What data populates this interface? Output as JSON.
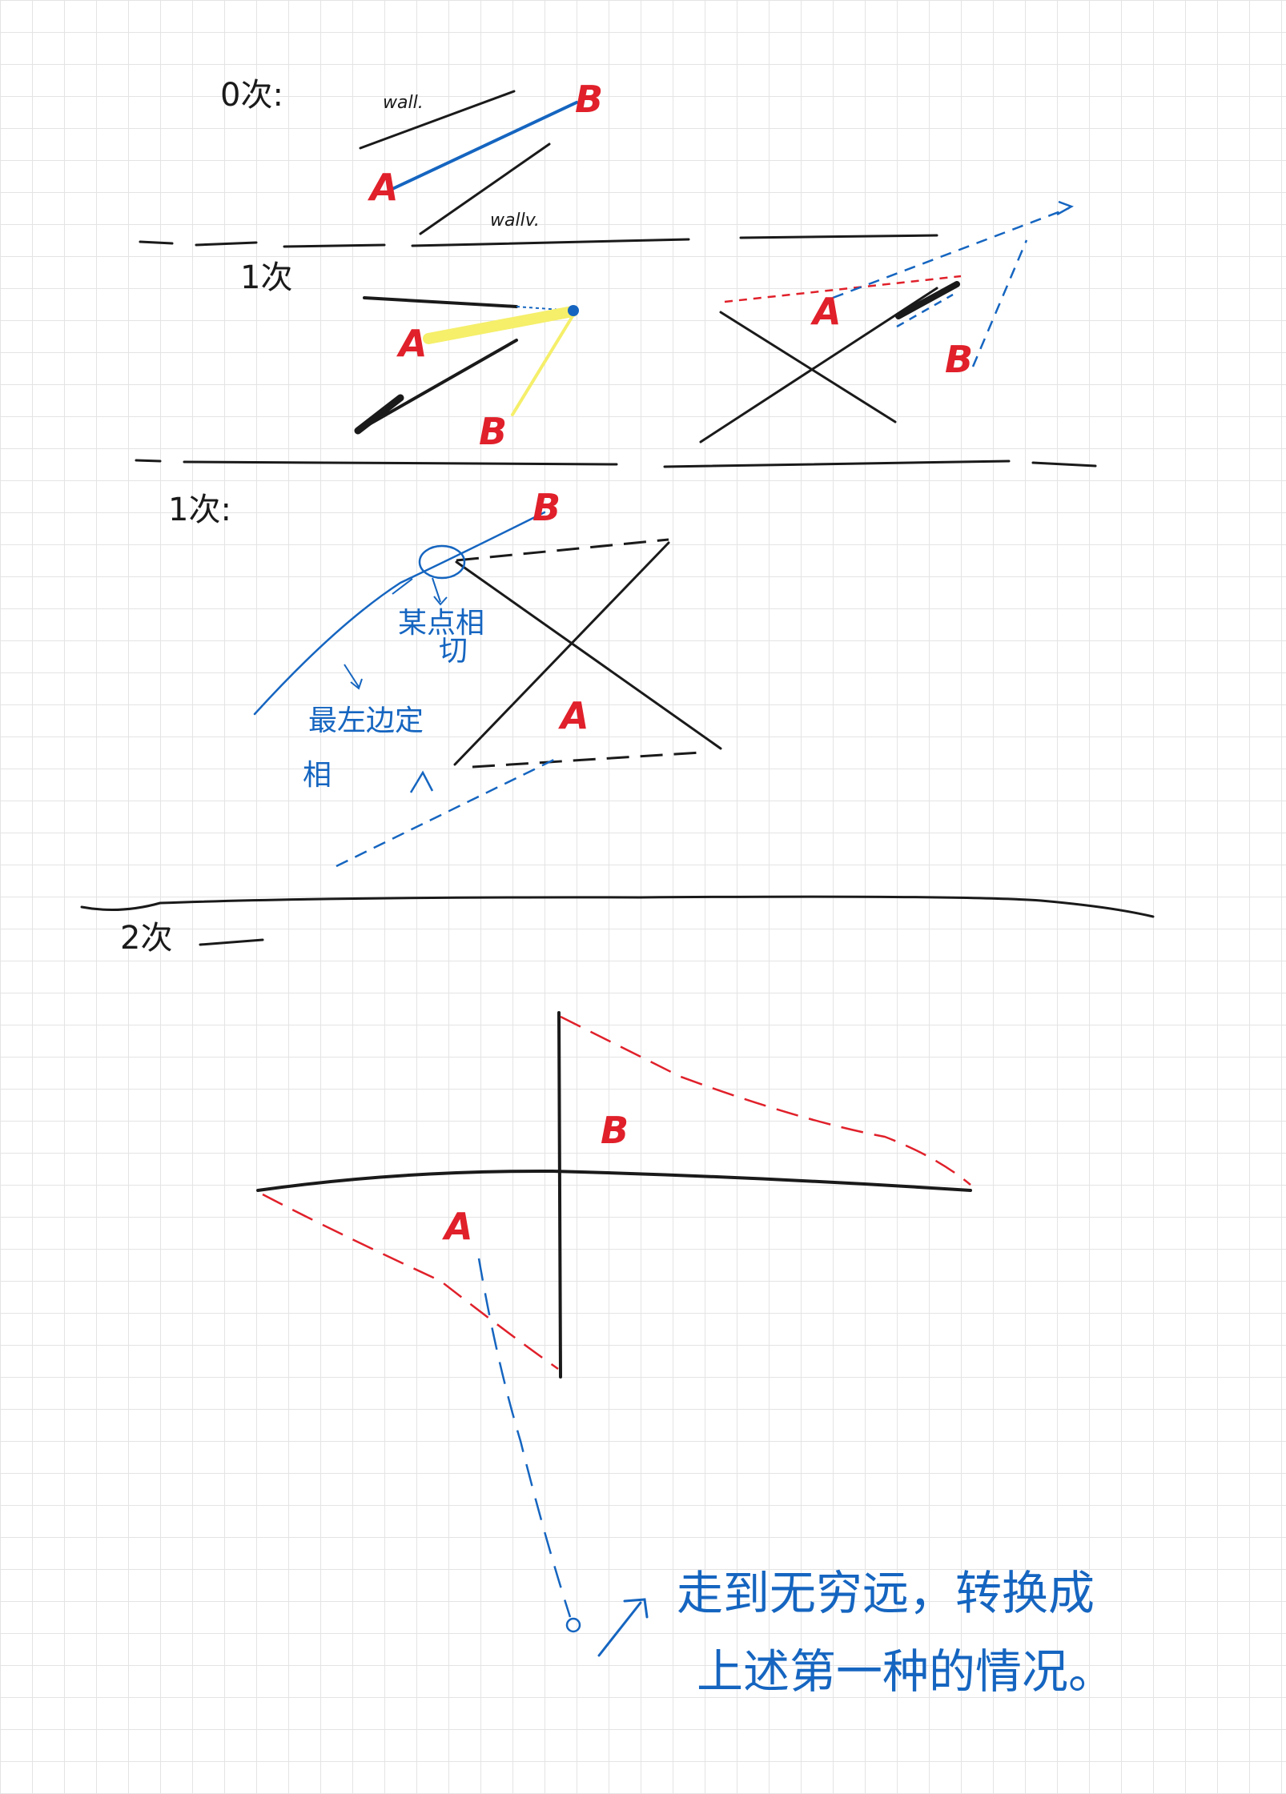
{
  "sections": {
    "s0": {
      "title": "0次:",
      "wall_top": "wall.",
      "wall_bottom": "wallv.",
      "label_a": "A",
      "label_b": "B"
    },
    "s1": {
      "title": "1次",
      "left_a": "A",
      "left_b": "B",
      "right_a": "A",
      "right_b": "B"
    },
    "s1x": {
      "title": "1次:",
      "label_b": "B",
      "label_a": "A",
      "note_tangent_1": "某点相",
      "note_tangent_2": "切",
      "note_left_1": "最左边定",
      "note_left_2": "相"
    },
    "s2": {
      "title": "2次",
      "label_b": "B",
      "label_a": "A",
      "note_line_1": "走到无穷远，转换成",
      "note_line_2": "上述第一种的情况。"
    }
  },
  "colors": {
    "ink": "#1a1a1a",
    "red": "#e0202a",
    "blue": "#1565c0",
    "yellow": "#f5ef6a",
    "grid": "#e4e4e4"
  }
}
